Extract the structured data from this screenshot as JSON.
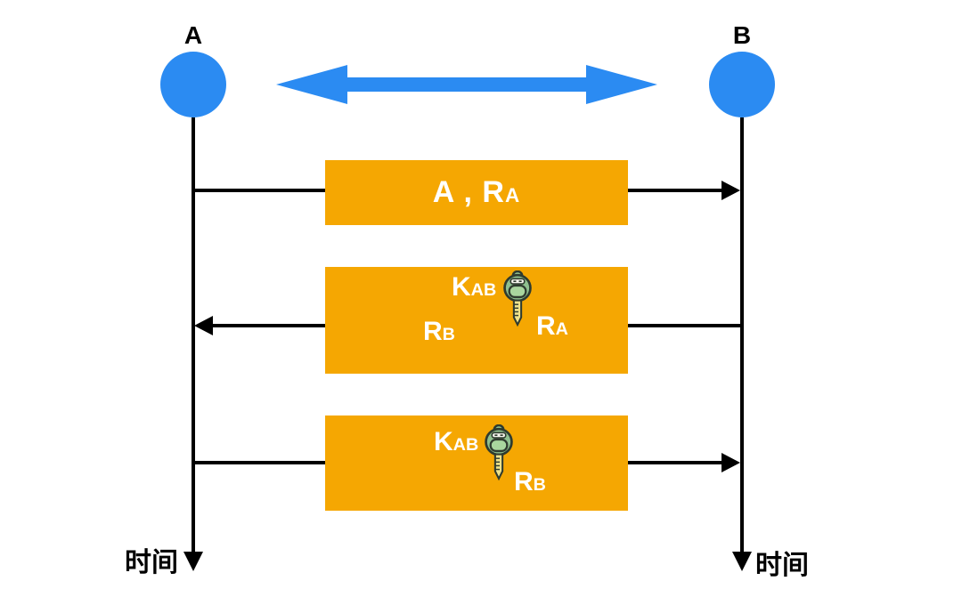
{
  "diagram_type": "protocol-sequence-diagram",
  "colors": {
    "node_blue": "#2B8BF2",
    "channel_arrow_blue": "#2B8BF2",
    "message_box_orange": "#F5A702",
    "line_black": "#000000",
    "box_text_white": "#FFFFFF",
    "key_head_green": "#8FC08F",
    "key_hole_green": "#A9D69E",
    "key_shaft_yellow": "#EDE28C"
  },
  "actors": {
    "a": {
      "label": "A"
    },
    "b": {
      "label": "B"
    }
  },
  "time_axis": {
    "label": "时间"
  },
  "channel": {
    "type": "bidirectional-arrow"
  },
  "messages": [
    {
      "direction": "right",
      "text_main": "A , R",
      "text_sub": "A"
    },
    {
      "direction": "left",
      "key_label": {
        "main": "K",
        "sub": "AB"
      },
      "key_icon": "key-icon",
      "left_term": {
        "main": "R",
        "sub": "B"
      },
      "right_term": {
        "main": "R",
        "sub": "A"
      }
    },
    {
      "direction": "right",
      "key_label": {
        "main": "K",
        "sub": "AB"
      },
      "key_icon": "key-icon",
      "term": {
        "main": "R",
        "sub": "B"
      }
    }
  ]
}
